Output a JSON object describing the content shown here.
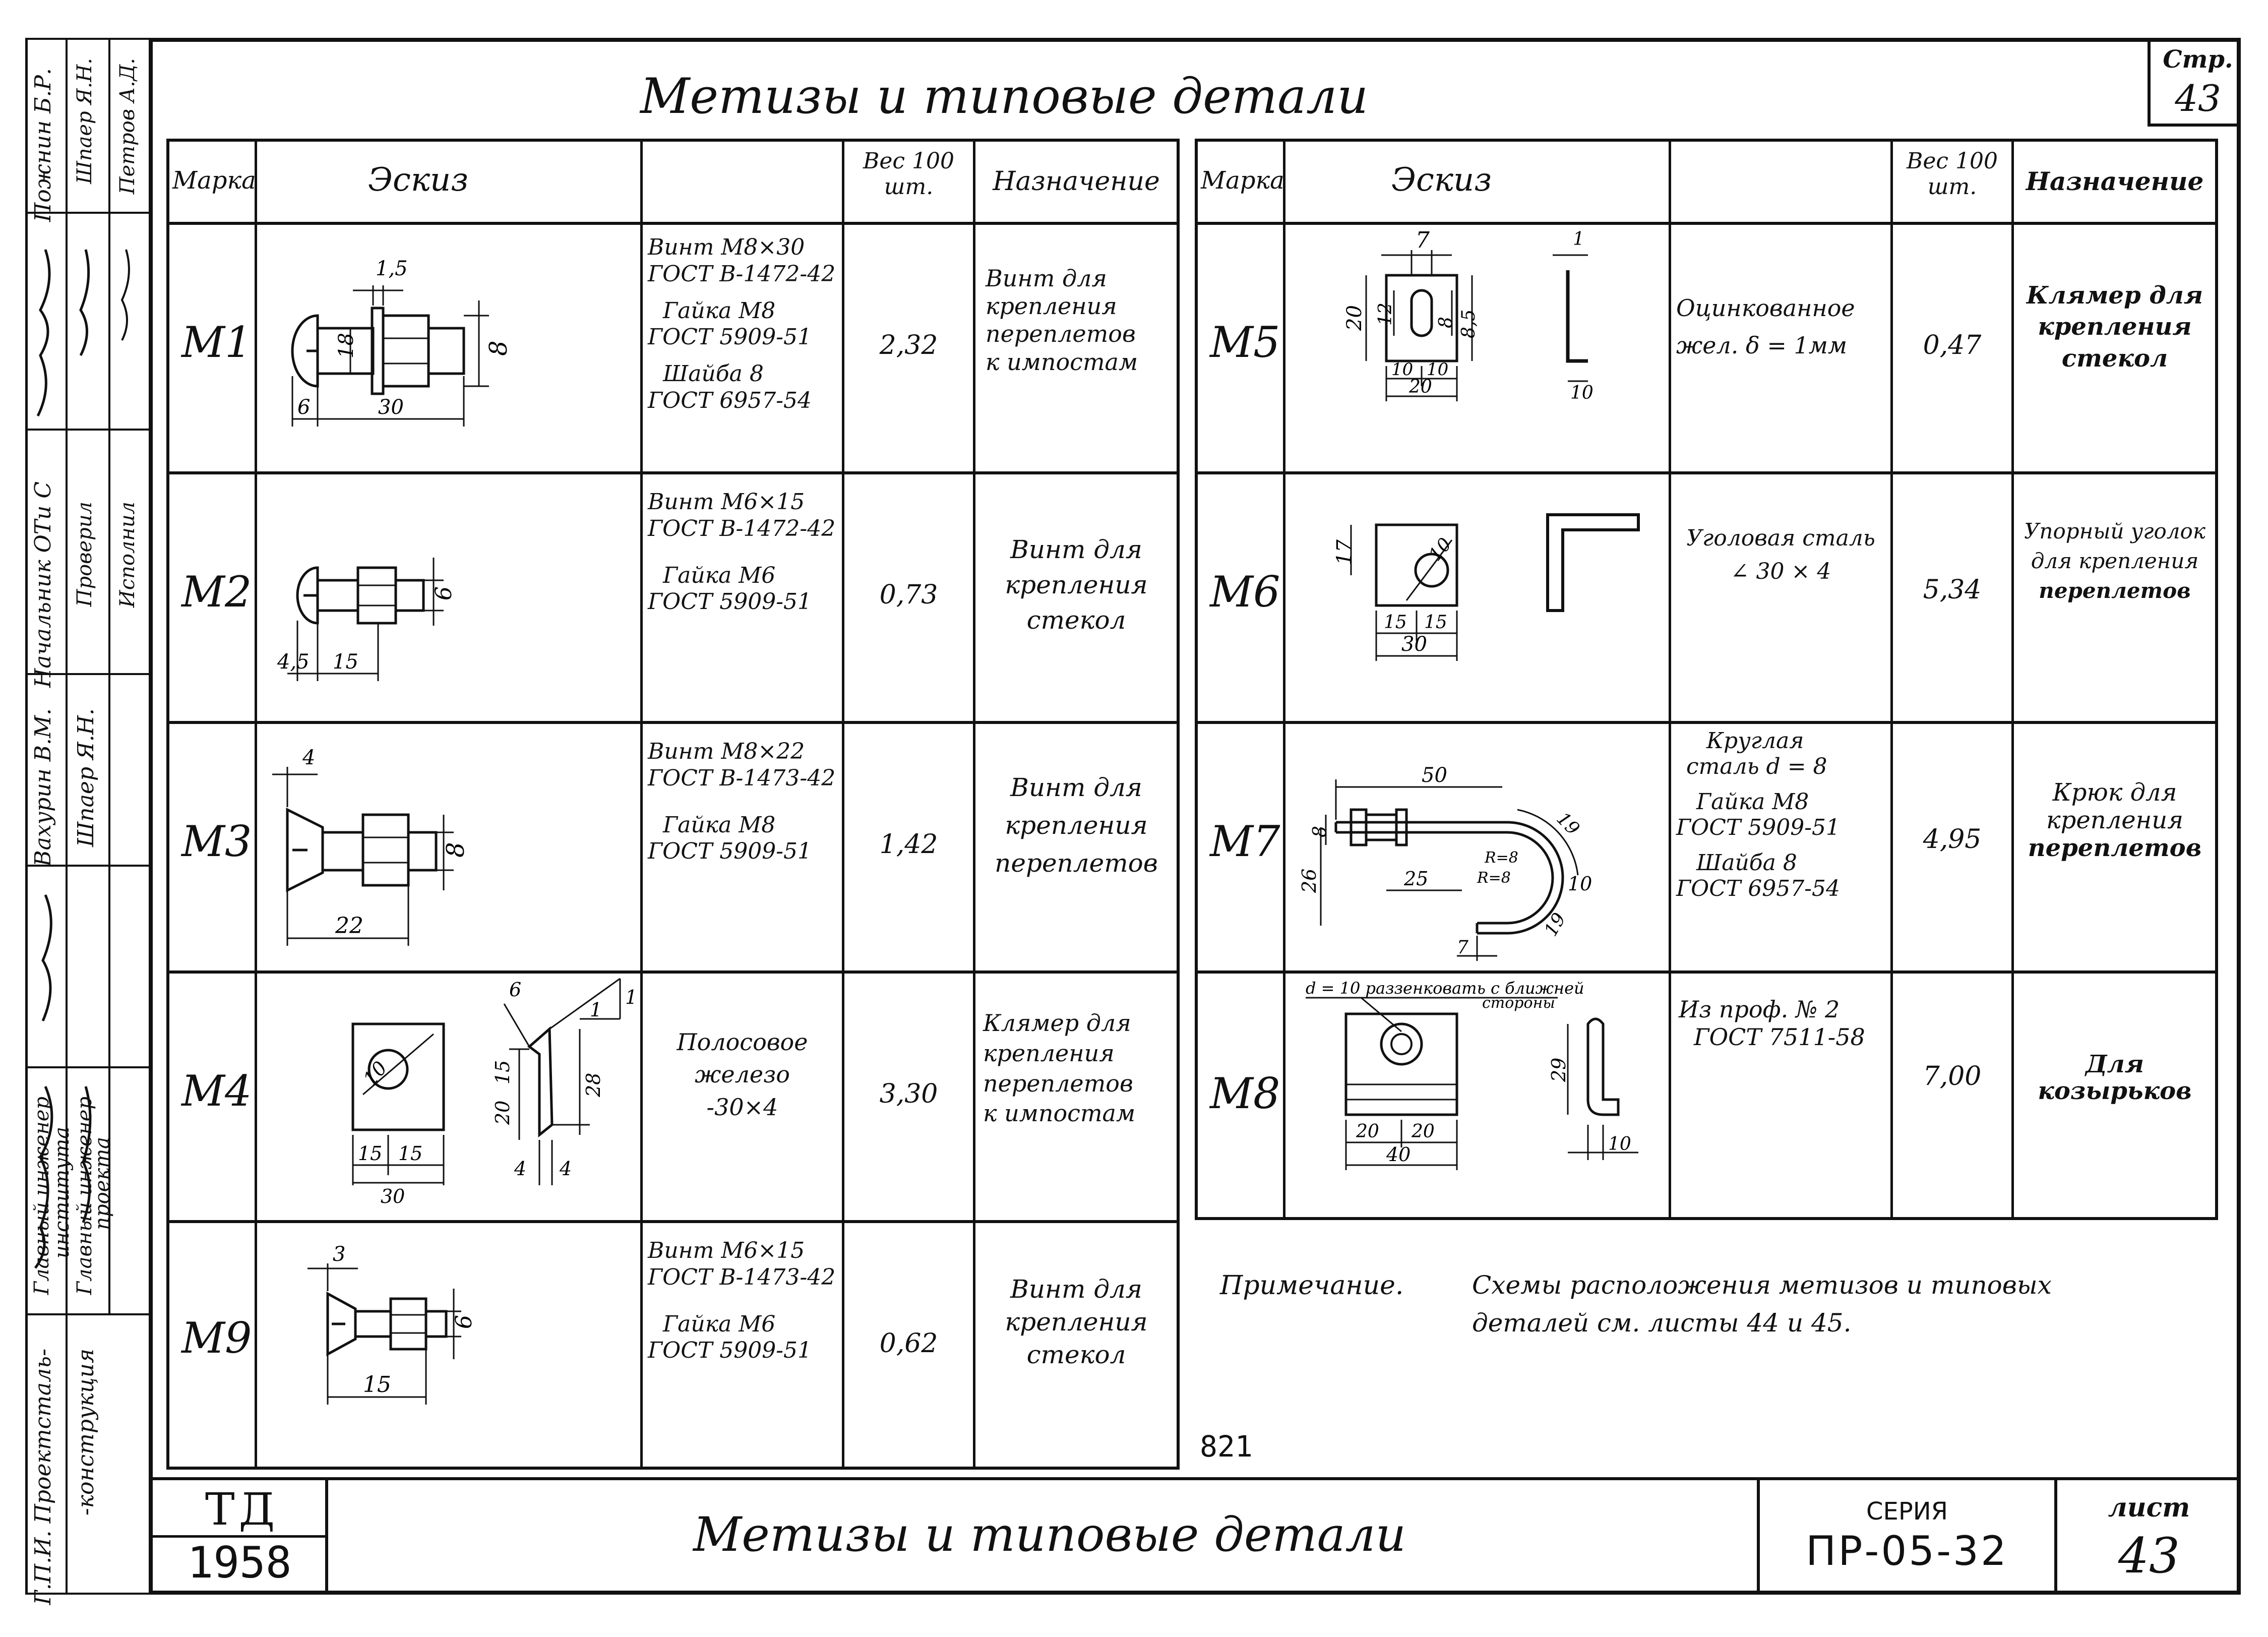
{
  "sheet": {
    "title": "Метизы и типовые детали",
    "page_label": "Стр.",
    "page_number": "43",
    "stamp_number": "821"
  },
  "left_table": {
    "headers": {
      "mark": "Марка",
      "sketch": "Эскиз",
      "weight": "Вес 100 шт.",
      "purpose": "Назначение"
    },
    "rows": [
      {
        "mark": "М1",
        "spec": [
          "Винт М8×30",
          "ГОСТ В-1472-42",
          "Гайка М8",
          "ГОСТ 5909-51",
          "Шайба 8",
          "ГОСТ 6957-54"
        ],
        "weight": "2,32",
        "purpose": [
          "Винт для",
          "крепления",
          "переплетов",
          "к импостам"
        ],
        "dims": [
          "1,5",
          "18",
          "8",
          "6",
          "30"
        ]
      },
      {
        "mark": "М2",
        "spec": [
          "Винт М6×15",
          "ГОСТ В-1472-42",
          "Гайка М6",
          "ГОСТ 5909-51"
        ],
        "weight": "0,73",
        "purpose": [
          "Винт для",
          "крепления",
          "стекол"
        ],
        "dims": [
          "6",
          "4,5",
          "15"
        ]
      },
      {
        "mark": "М3",
        "spec": [
          "Винт М8×22",
          "ГОСТ В-1473-42",
          "Гайка М8",
          "ГОСТ 5909-51"
        ],
        "weight": "1,42",
        "purpose": [
          "Винт для",
          "крепления",
          "переплетов"
        ],
        "dims": [
          "4",
          "8",
          "22"
        ]
      },
      {
        "mark": "М4",
        "spec": [
          "Полосовое",
          "железо",
          "-30×4"
        ],
        "weight": "3,30",
        "purpose": [
          "Клямер для",
          "крепления",
          "переплетов",
          "к импостам"
        ],
        "dims": [
          "6",
          "1",
          "1",
          "10",
          "15",
          "20",
          "28",
          "15",
          "15",
          "30",
          "4",
          "4"
        ]
      },
      {
        "mark": "М9",
        "spec": [
          "Винт М6×15",
          "ГОСТ В-1473-42",
          "Гайка М6",
          "ГОСТ 5909-51"
        ],
        "weight": "0,62",
        "purpose": [
          "Винт для",
          "крепления",
          "стекол"
        ],
        "dims": [
          "3",
          "6",
          "15"
        ]
      }
    ]
  },
  "right_table": {
    "headers": {
      "mark": "Марка",
      "sketch": "Эскиз",
      "weight": "Вес 100 шт.",
      "purpose": "Назначение"
    },
    "rows": [
      {
        "mark": "М5",
        "spec": [
          "Оцинкованное",
          "жел. δ = 1мм"
        ],
        "weight": "0,47",
        "purpose": [
          "Клямер для",
          "крепления",
          "стекол"
        ],
        "dims": [
          "7",
          "1",
          "20",
          "12",
          "8",
          "8,5",
          "10",
          "10",
          "20",
          "10"
        ]
      },
      {
        "mark": "М6",
        "spec": [
          "Уголовая сталь",
          "∠ 30 × 4"
        ],
        "weight": "5,34",
        "purpose": [
          "Упорный уголок",
          "для крепления",
          "переплетов"
        ],
        "dims": [
          "17",
          "10",
          "15",
          "15",
          "30"
        ]
      },
      {
        "mark": "М7",
        "spec": [
          "Круглая",
          "сталь d = 8",
          "Гайка М8",
          "ГОСТ 5909-51",
          "Шайба 8",
          "ГОСТ 6957-54"
        ],
        "weight": "4,95",
        "purpose": [
          "Крюк для",
          "крепления",
          "переплетов"
        ],
        "dims": [
          "50",
          "8",
          "26",
          "25",
          "19",
          "R=8",
          "R=8",
          "10",
          "19",
          "7"
        ]
      },
      {
        "mark": "М8",
        "spec": [
          "Из проф. № 2",
          "ГОСТ 7511-58"
        ],
        "weight": "7,00",
        "purpose": [
          "Для",
          "козырьков"
        ],
        "dims": [
          "d = 10 раззенковать с ближней",
          "стороны",
          "29",
          "20",
          "20",
          "40",
          "10"
        ]
      }
    ]
  },
  "note": {
    "label": "Примечание.",
    "lines": [
      "Схемы расположения метизов и типовых",
      "деталей см. листы 44 и 45."
    ]
  },
  "title_block": {
    "logo": "ТД",
    "year": "1958",
    "title": "Метизы и типовые детали",
    "series_label": "СЕРИЯ",
    "series": "ПР-05-32",
    "sheet_label": "лист",
    "sheet": "43"
  },
  "side_block": {
    "col1": [
      "Г.П.И. Проектсталь-",
      "Начальник ОТи С",
      "Пожнин Б.Р."
    ],
    "col1b": [
      "-конструкция"
    ],
    "col2": [
      "Главный инженер",
      "института",
      "Проверил",
      "Шпаер Я.Н."
    ],
    "col3": [
      "Главный инженер",
      "проекта",
      "Исполнил",
      "Вахурин В.М.",
      "Петров А.Д."
    ]
  }
}
